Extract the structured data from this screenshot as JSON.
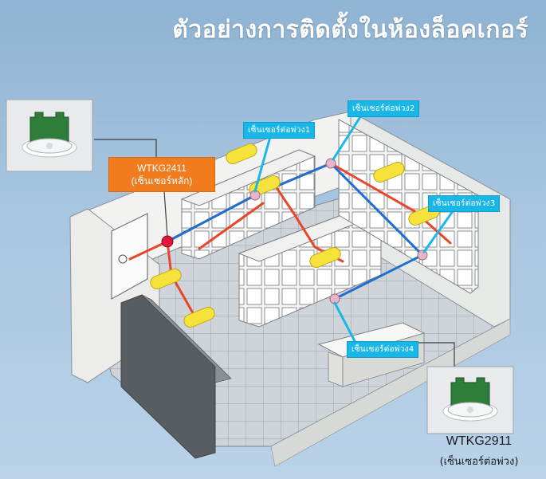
{
  "title": "ตัวอย่างการติดตั้งในห้องล็อคเกอร์",
  "main_sensor": {
    "model": "WTKG2411",
    "label": "(เซ็นเซอร์หลัก)"
  },
  "slave_sensors": [
    {
      "label": "เซ็นเซอร์ต่อพ่วง1"
    },
    {
      "label": "เซ็นเซอร์ต่อพ่วง2"
    },
    {
      "label": "เซ็นเซอร์ต่อพ่วง3"
    },
    {
      "label": "เซ็นเซอร์ต่อพ่วง4"
    }
  ],
  "slave_product": {
    "model": "WTKG2911",
    "label": "(เซ็นเซอร์ต่อพ่วง)"
  },
  "colors": {
    "power_wire": "#e8462a",
    "signal_wire": "#1f6fd0",
    "tag_bg": "#19b7e8",
    "main_tag_bg": "#f07c1e",
    "light_fixture": "#f6e23a"
  }
}
